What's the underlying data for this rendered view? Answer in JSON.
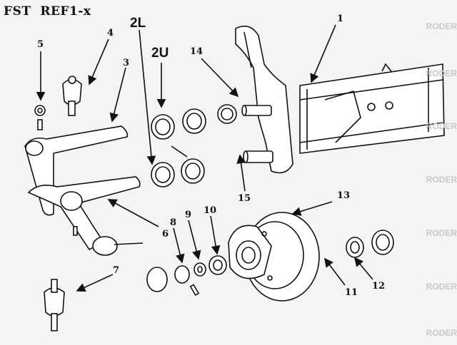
{
  "diagram": {
    "title": "FST  REF1-x",
    "watermark_text": "RODER",
    "callouts": {
      "c1": "1",
      "c2L": "2L",
      "c2U": "2U",
      "c3": "3",
      "c4": "4",
      "c5": "5",
      "c6": "6",
      "c7": "7",
      "c8": "8",
      "c9": "9",
      "c10": "10",
      "c11": "11",
      "c12": "12",
      "c13": "13",
      "c14": "14",
      "c15": "15"
    }
  },
  "colors": {
    "background": "#f4f4f4",
    "ink": "#111111",
    "watermark": "#c9c9c9"
  }
}
